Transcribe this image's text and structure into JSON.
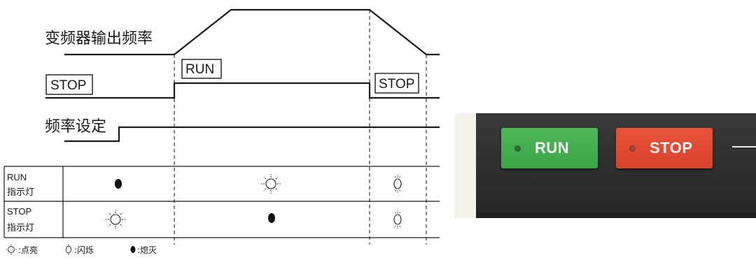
{
  "diagram": {
    "freq_output_label": "变频器输出频率",
    "stop_box_left": "STOP",
    "run_box": "RUN",
    "stop_box_right": "STOP",
    "freq_setting_label": "频率设定",
    "table": {
      "rows": [
        {
          "line1": "RUN",
          "line2": "指示灯",
          "states": [
            "off",
            "on",
            "blink"
          ]
        },
        {
          "line1": "STOP",
          "line2": "指示灯",
          "states": [
            "on",
            "off",
            "blink"
          ]
        }
      ]
    },
    "legend": [
      {
        "symbol": "on",
        "label": ":点亮"
      },
      {
        "symbol": "blink",
        "label": ":闪烁"
      },
      {
        "symbol": "off",
        "label": ":熄灭"
      }
    ]
  },
  "panel": {
    "run_label": "RUN",
    "stop_label": "STOP",
    "colors": {
      "run_key": "#3fa84a",
      "stop_key": "#dc472f",
      "panel": "#2d2d2d"
    }
  }
}
